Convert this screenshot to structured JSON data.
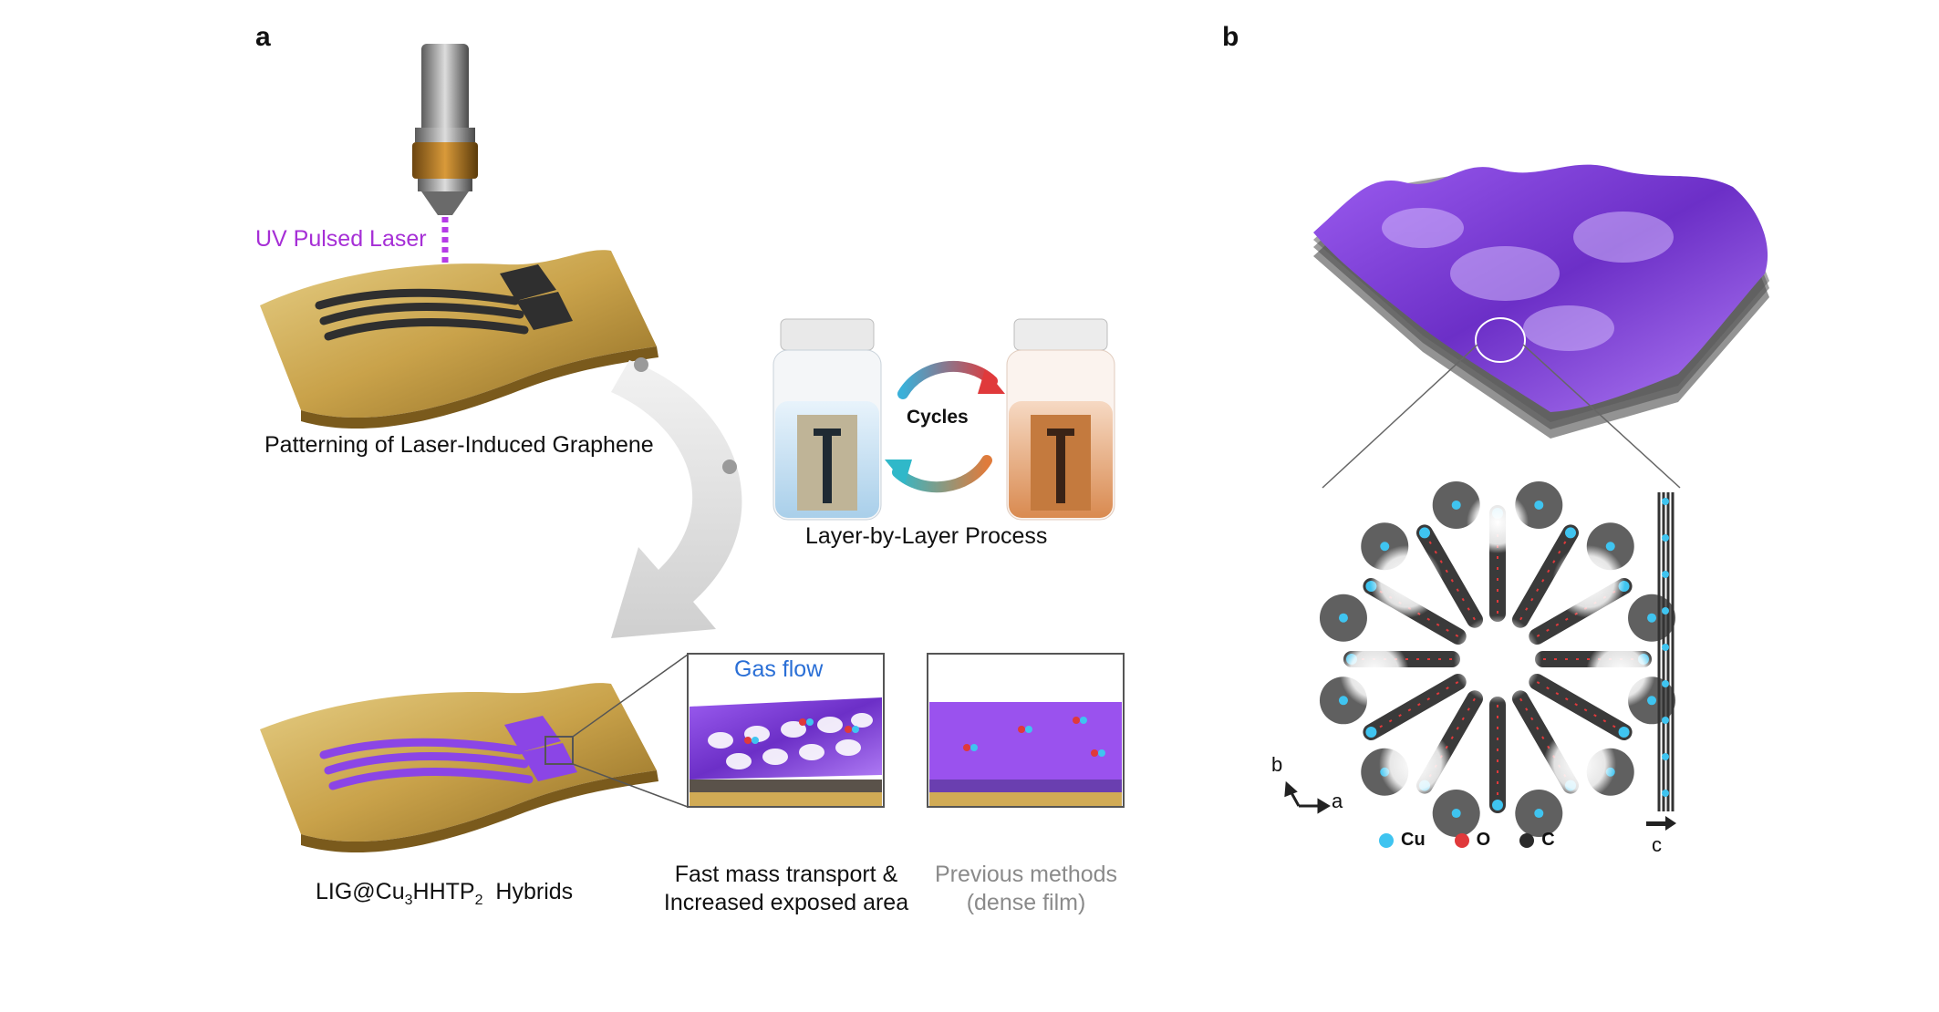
{
  "panels": {
    "a": "a",
    "b": "b"
  },
  "panel_a": {
    "laser_label": "UV Pulsed Laser",
    "step1_caption": "Patterning of Laser-Induced Graphene",
    "cycles_label": "Cycles",
    "lbl_caption": "Layer-by-Layer Process",
    "hybrid_caption_main": "LIG@Cu",
    "hybrid_sub1": "3",
    "hybrid_mid": "HHTP",
    "hybrid_sub2": "2",
    "hybrid_tail": "  Hybrids",
    "gas_flow": "Gas flow",
    "fast_caption_line1": "Fast mass transport &",
    "fast_caption_line2": "Increased exposed area",
    "prev_caption_line1": "Previous methods",
    "prev_caption_line2": "(dense film)"
  },
  "panel_b": {
    "axis_b": "b",
    "axis_a": "a",
    "axis_c": "c",
    "legend": [
      {
        "symbol": "Cu",
        "color": "#3fc4f0"
      },
      {
        "symbol": "O",
        "color": "#e0393b"
      },
      {
        "symbol": "C",
        "color": "#2b2b2b"
      }
    ]
  },
  "colors": {
    "laser": "#a62fd6",
    "gas_flow": "#2a6fd6",
    "film_purple": "#8a3fe0",
    "substrate_gold": "#c9a24a",
    "vial_blue": "#bcd9ee",
    "vial_orange": "#e7a877"
  }
}
